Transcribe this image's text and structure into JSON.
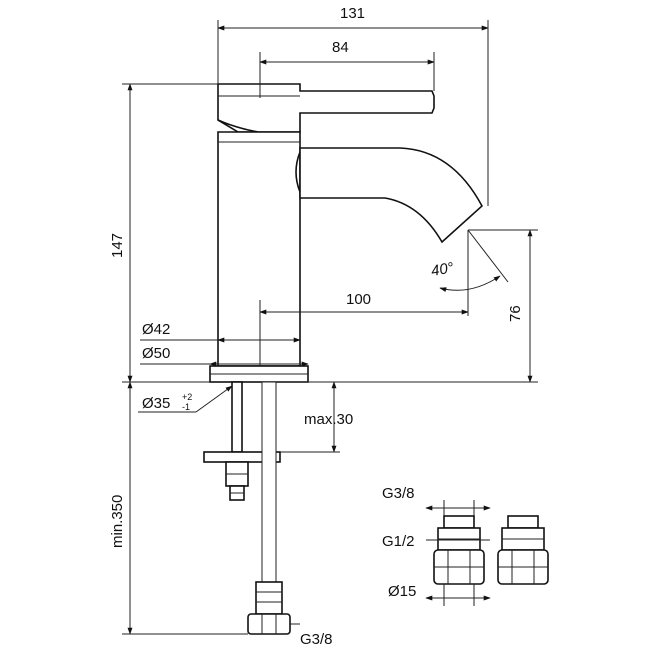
{
  "drawing": {
    "dims": {
      "overall_width": "131",
      "handle_width": "84",
      "height": "147",
      "spout_reach": "100",
      "spout_height": "76",
      "spout_angle": "40°",
      "body_diameter": "Ø42",
      "base_diameter": "Ø50",
      "hole_diameter": "Ø35",
      "hole_tol_upper": "+2",
      "hole_tol_lower": "-1",
      "deck_thickness": "max.30",
      "hose_length": "min.350",
      "hose_thread": "G3/8"
    },
    "adapters": {
      "label_top": "G3/8",
      "label_mid": "G1/2",
      "label_bottom": "Ø15"
    }
  }
}
